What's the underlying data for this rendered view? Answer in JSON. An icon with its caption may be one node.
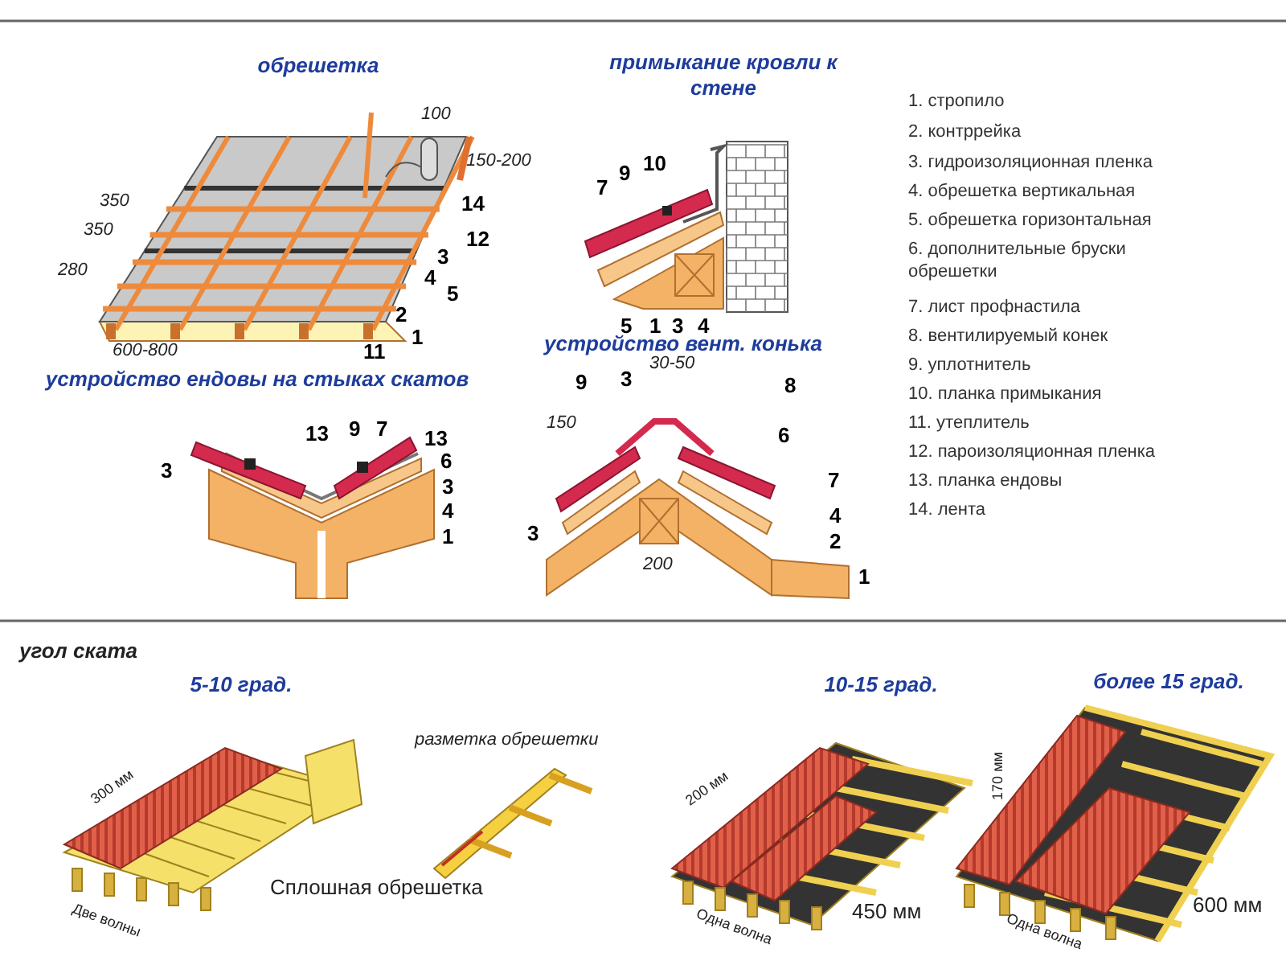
{
  "diagram": {
    "labels": [
      "обрешетка",
      "примыкание кровли к стене",
      "100",
      "150-200",
      "350",
      "350",
      "280",
      "600-800",
      "14",
      "12",
      "3",
      "4",
      "5",
      "2",
      "11",
      "1",
      "7",
      "9",
      "10",
      "5",
      "1",
      "3",
      "4",
      "устройство ендовы на стыках скатов",
      "устройство вент. конька",
      "13",
      "9",
      "7",
      "13",
      "3",
      "6",
      "3",
      "4",
      "1",
      "9",
      "3",
      "30-50",
      "8",
      "150",
      "6",
      "7",
      "4",
      "2",
      "3",
      "200",
      "1",
      "1. стропило",
      "2. контррейка",
      "3. гидроизоляционная пленка",
      "4. обрешетка вертикальная",
      "5. обрешетка горизонтальная",
      "6. дополнительные бруски обрешетки",
      "7. лист профнастила",
      "8. вентилируемый конек",
      "9. уплотнитель",
      "10. планка примыкания",
      "11. утеплитель",
      "12. пароизоляционная пленка",
      "13. планка ендовы",
      "14. лента",
      "угол ската",
      "5-10 град.",
      "10-15 град.",
      "более 15 град.",
      "разметка обрешетки",
      "300 мм",
      "Две волны",
      "Сплошная обрешетка",
      "200 мм",
      "450 мм",
      "Одна волна",
      "170 мм",
      "Одна волна",
      "600 мм"
    ]
  }
}
